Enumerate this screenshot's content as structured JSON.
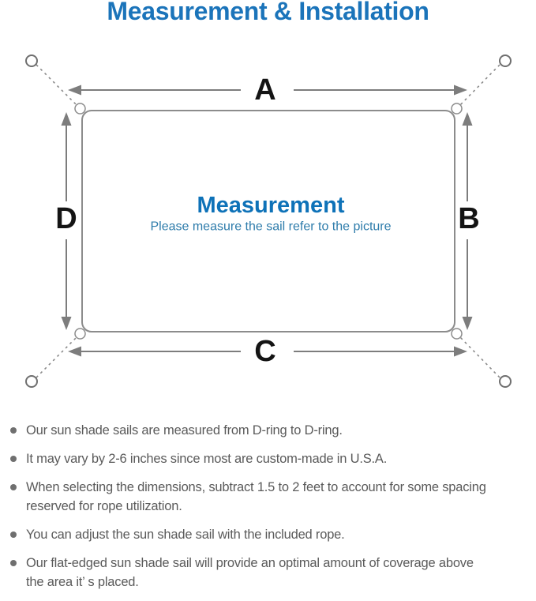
{
  "title": "Measurement & Installation",
  "diagram": {
    "labels": {
      "top": "A",
      "right": "B",
      "bottom": "C",
      "left": "D"
    },
    "center_heading": "Measurement",
    "center_subtitle": "Please measure the sail refer to the picture",
    "colors": {
      "title_blue": "#1b74ba",
      "heading_blue": "#0e72b8",
      "subtitle_blue": "#2e7cab",
      "line_gray": "#7d7d7d",
      "label_black": "#141414"
    }
  },
  "bullets": [
    {
      "text": "Our sun shade sails are measured from D-ring to D-ring."
    },
    {
      "text": "It may vary by 2-6 inches since most are custom-made in U.S.A."
    },
    {
      "text": "When selecting the dimensions, subtract 1.5 to 2 feet to account for some spacing\nreserved for rope utilization."
    },
    {
      "text": "You can adjust the sun shade sail with the included rope."
    },
    {
      "text": "Our flat-edged sun shade sail will provide an optimal amount of coverage above\nthe area it’ s placed."
    }
  ],
  "notes_text_color": "#5a5a5a"
}
